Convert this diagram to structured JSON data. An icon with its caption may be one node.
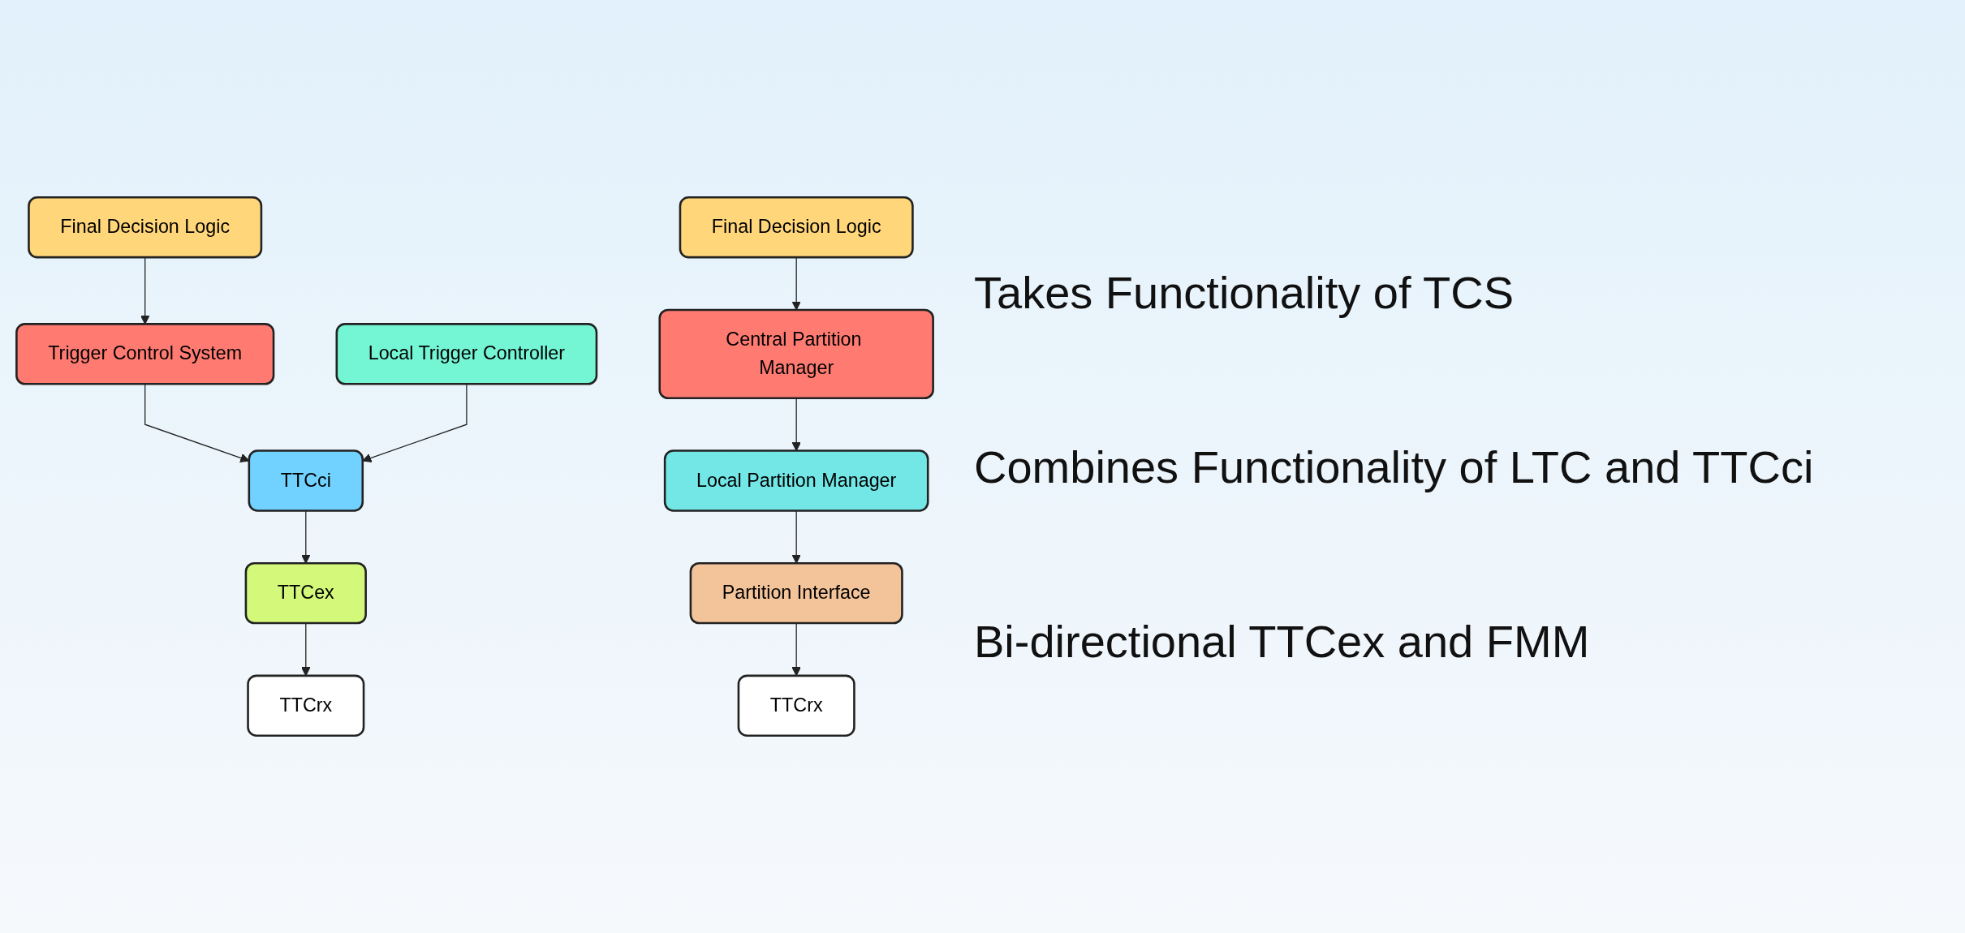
{
  "diagram": {
    "nodes": [
      {
        "text": [
          "Final Decision Logic"
        ]
      },
      {
        "text": [
          "Trigger Control System"
        ]
      },
      {
        "text": [
          "Local Trigger Controller"
        ]
      },
      {
        "text": [
          "TTCci"
        ]
      },
      {
        "text": [
          "TTCex"
        ]
      },
      {
        "text": [
          "TTCrx"
        ]
      },
      {
        "text": [
          "Final Decision Logic"
        ]
      },
      {
        "text": [
          "Central Partition Manager"
        ]
      },
      {
        "text": [
          "Local Partition Manager"
        ]
      },
      {
        "text": [
          "Partition Interface"
        ]
      },
      {
        "text": [
          "TTCrx"
        ]
      }
    ],
    "edges": [
      {
        "from": 0,
        "to": 1,
        "arrow": "to"
      },
      {
        "from": 1,
        "to": 3,
        "arrow": "to"
      },
      {
        "from": 2,
        "to": 3,
        "arrow": "to"
      },
      {
        "from": 3,
        "to": 4,
        "arrow": "to"
      },
      {
        "from": 4,
        "to": 5,
        "arrow": "to"
      },
      {
        "from": 6,
        "to": 7,
        "arrow": "to"
      },
      {
        "from": 7,
        "to": 8,
        "arrow": "to"
      },
      {
        "from": 8,
        "to": 9,
        "arrow": "to"
      },
      {
        "from": 9,
        "to": 10,
        "arrow": "to"
      }
    ],
    "labels": [
      "Takes Functionality of TCS",
      "Combines Functionality of LTC and TTCci",
      "Bi-directional TTCex and FMM"
    ]
  }
}
